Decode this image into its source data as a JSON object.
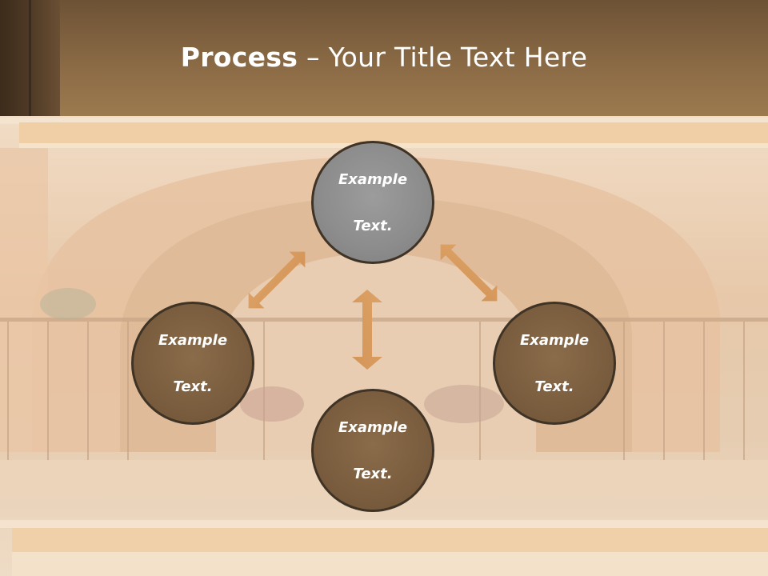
{
  "slide": {
    "title_bold": "Process",
    "title_rest": " – Your Title Text Here"
  },
  "nodes": {
    "top": {
      "line1": "Example",
      "line2": "Text."
    },
    "left": {
      "line1": "Example",
      "line2": "Text."
    },
    "right": {
      "line1": "Example",
      "line2": "Text."
    },
    "bottom": {
      "line1": "Example",
      "line2": "Text."
    }
  },
  "colors": {
    "header": "#8a6a45",
    "node_fill": "#7a5d3e",
    "node_highlight": "#8c8c8c",
    "arrow": "#d99a5c"
  }
}
